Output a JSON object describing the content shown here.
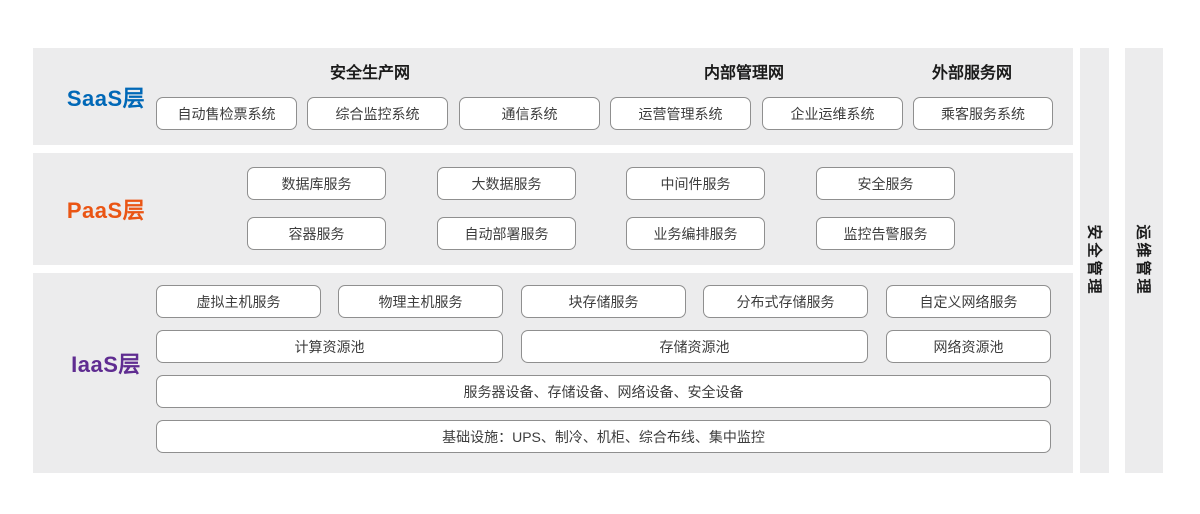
{
  "colors": {
    "panel_bg": "#ECECED",
    "box_border": "#8F8F8F",
    "saas_label_color": "#0068B7",
    "paas_label_color": "#EA5514",
    "iaas_label_color": "#5F2C91",
    "box_text": "#3D3D3D",
    "header_text": "#1A1A1A"
  },
  "layers": {
    "saas": {
      "label": "SaaS层",
      "groups": [
        {
          "header": "安全生产网",
          "boxes": [
            "自动售检票系统",
            "综合监控系统",
            "通信系统"
          ]
        },
        {
          "header": "内部管理网",
          "boxes": [
            "运营管理系统",
            "企业运维系统"
          ]
        },
        {
          "header": "外部服务网",
          "boxes": [
            "乘客服务系统"
          ]
        }
      ]
    },
    "paas": {
      "label": "PaaS层",
      "rows": [
        [
          "数据库服务",
          "大数据服务",
          "中间件服务",
          "安全服务"
        ],
        [
          "容器服务",
          "自动部署服务",
          "业务编排服务",
          "监控告警服务"
        ]
      ]
    },
    "iaas": {
      "label": "IaaS层",
      "row1": [
        "虚拟主机服务",
        "物理主机服务",
        "块存储服务",
        "分布式存储服务",
        "自定义网络服务"
      ],
      "row2": [
        "计算资源池",
        "存储资源池",
        "网络资源池"
      ],
      "row3": "服务器设备、存储设备、网络设备、安全设备",
      "row4": "基础设施：UPS、制冷、机柜、综合布线、集中监控"
    }
  },
  "side_bars": [
    {
      "label": "安全管理"
    },
    {
      "label": "运维管理"
    }
  ]
}
